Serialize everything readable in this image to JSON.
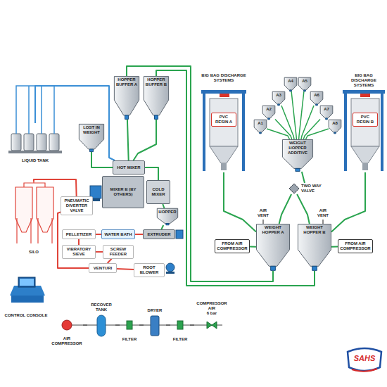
{
  "diagram": {
    "nodes": [
      {
        "text": [
          "LIQUID TANK"
        ]
      },
      {
        "text": [
          "HOPPER BUFFER A"
        ]
      },
      {
        "text": [
          "HOPPER BUFFER B"
        ]
      },
      {
        "text": [
          "LOST IN WEIGHT"
        ]
      },
      {
        "text": [
          "HOT MIXER"
        ]
      },
      {
        "text": [
          "MIXER B (BY OTHERS)"
        ]
      },
      {
        "text": [
          "COLD MIXER"
        ]
      },
      {
        "text": [
          "HOPPER"
        ]
      },
      {
        "text": [
          "EXTRUDER"
        ]
      },
      {
        "text": [
          "WATER BATH"
        ]
      },
      {
        "text": [
          "PELLETIZER"
        ]
      },
      {
        "text": [
          "VIBRATORY SIEVE"
        ]
      },
      {
        "text": [
          "SCREW FEEDER"
        ]
      },
      {
        "text": [
          "VENTURI"
        ]
      },
      {
        "text": [
          "ROOT BLOWER"
        ]
      },
      {
        "text": [
          "PNEUMATIC DIVERTER VALVE"
        ]
      },
      {
        "text": [
          "SILO"
        ]
      },
      {
        "text": [
          "BIG BAG DISCHARGE SYSTEMS"
        ]
      },
      {
        "text": [
          "PVC RESIN A"
        ],
        "in": 17
      },
      {
        "text": [
          "BIG BAG DISCHARGE SYSTEMS"
        ]
      },
      {
        "text": [
          "PVC RESIN B"
        ],
        "in": 19
      },
      {
        "text": [
          "A1"
        ]
      },
      {
        "text": [
          "A2"
        ]
      },
      {
        "text": [
          "A3"
        ]
      },
      {
        "text": [
          "A4"
        ]
      },
      {
        "text": [
          "A5"
        ]
      },
      {
        "text": [
          "A6"
        ]
      },
      {
        "text": [
          "A7"
        ]
      },
      {
        "text": [
          "A8"
        ]
      },
      {
        "text": [
          "WEIGHT HOPPER ADDITIVE"
        ]
      },
      {
        "text": [
          "TWO WAY VALVE"
        ]
      },
      {
        "text": [
          "FROM AIR COMPRESSOR"
        ]
      },
      {
        "text": [
          "FROM AIR COMPRESSOR"
        ]
      },
      {
        "text": [
          "WEIGHT HOPPER A"
        ]
      },
      {
        "text": [
          "WEIGHT HOPPER B"
        ]
      },
      {
        "text": [
          "CONTROL CONSOLE"
        ]
      },
      {
        "text": [
          "AIR COMPRESSOR"
        ]
      },
      {
        "text": [
          "RECOVER TANK"
        ]
      },
      {
        "text": [
          "FILTER"
        ]
      },
      {
        "text": [
          "DRYER"
        ]
      },
      {
        "text": [
          "FILTER"
        ]
      },
      {
        "text": [
          "COMPRESSOR AIR",
          "6 bar"
        ]
      }
    ],
    "edges": [
      {
        "from": 0,
        "to": 4,
        "arrow": "none"
      },
      {
        "from": 1,
        "to": 4,
        "arrow": "none"
      },
      {
        "from": 2,
        "to": 4,
        "arrow": "none"
      },
      {
        "from": 3,
        "to": 4,
        "arrow": "none"
      },
      {
        "from": 4,
        "to": 6,
        "arrow": "none"
      },
      {
        "from": 6,
        "to": 7,
        "arrow": "none"
      },
      {
        "from": 7,
        "to": 8,
        "arrow": "none"
      },
      {
        "from": 8,
        "to": 9,
        "arrow": "none"
      },
      {
        "from": 9,
        "to": 10,
        "arrow": "none"
      },
      {
        "from": 10,
        "to": 11,
        "arrow": "none"
      },
      {
        "from": 11,
        "to": 12,
        "arrow": "none"
      },
      {
        "from": 12,
        "to": 13,
        "arrow": "none"
      },
      {
        "from": 14,
        "to": 13,
        "arrow": "none"
      },
      {
        "from": 13,
        "to": 15,
        "arrow": "none"
      },
      {
        "from": 15,
        "to": 16,
        "arrow": "none"
      },
      {
        "from": 17,
        "to": 33,
        "arrow": "none"
      },
      {
        "from": 19,
        "to": 34,
        "arrow": "none"
      },
      {
        "from": 21,
        "to": 29,
        "arrow": "none"
      },
      {
        "from": 22,
        "to": 29,
        "arrow": "none"
      },
      {
        "from": 23,
        "to": 29,
        "arrow": "none"
      },
      {
        "from": 24,
        "to": 29,
        "arrow": "none"
      },
      {
        "from": 25,
        "to": 29,
        "arrow": "none"
      },
      {
        "from": 26,
        "to": 29,
        "arrow": "none"
      },
      {
        "from": 27,
        "to": 29,
        "arrow": "none"
      },
      {
        "from": 28,
        "to": 29,
        "arrow": "none"
      },
      {
        "from": 29,
        "to": 30,
        "arrow": "none"
      },
      {
        "from": 30,
        "to": 33,
        "arrow": "none"
      },
      {
        "from": 30,
        "to": 34,
        "arrow": "none"
      },
      {
        "from": 31,
        "to": 33,
        "arrow": "none"
      },
      {
        "from": 32,
        "to": 34,
        "arrow": "none"
      },
      {
        "from": 33,
        "to": 1,
        "arrow": "none"
      },
      {
        "from": 34,
        "to": 2,
        "arrow": "none"
      },
      {
        "from": 36,
        "to": 37,
        "arrow": "none"
      },
      {
        "from": 37,
        "to": 38,
        "arrow": "none"
      },
      {
        "from": 38,
        "to": 39,
        "arrow": "none"
      },
      {
        "from": 39,
        "to": 40,
        "arrow": "none"
      },
      {
        "from": 40,
        "to": 41,
        "arrow": "none"
      }
    ],
    "labels": [
      "AIR VENT",
      "AIR VENT",
      "SAHS"
    ]
  }
}
